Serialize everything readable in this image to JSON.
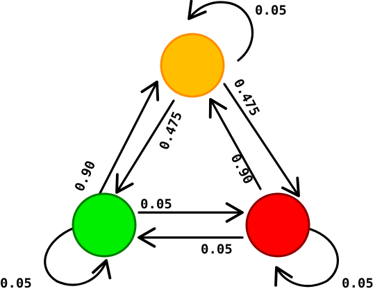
{
  "nodes": [
    {
      "id": "yellow",
      "fill": "#ffbf00",
      "stroke": "#ff8c00"
    },
    {
      "id": "green",
      "fill": "#00ee00",
      "stroke": "#007a00"
    },
    {
      "id": "red",
      "fill": "#ff0000",
      "stroke": "#8b0000"
    }
  ],
  "edges": [
    {
      "id": "yellow-self",
      "from": "yellow",
      "to": "yellow",
      "label": "0.05"
    },
    {
      "id": "yellow-to-green",
      "from": "yellow",
      "to": "green",
      "label": "0.475"
    },
    {
      "id": "yellow-to-red",
      "from": "yellow",
      "to": "red",
      "label": "0.475"
    },
    {
      "id": "green-to-yellow",
      "from": "green",
      "to": "yellow",
      "label": "0.90"
    },
    {
      "id": "red-to-yellow",
      "from": "red",
      "to": "yellow",
      "label": "0.90"
    },
    {
      "id": "green-to-red",
      "from": "green",
      "to": "red",
      "label": "0.05"
    },
    {
      "id": "red-to-green",
      "from": "red",
      "to": "green",
      "label": "0.05"
    },
    {
      "id": "green-self",
      "from": "green",
      "to": "green",
      "label": "0.05"
    },
    {
      "id": "red-self",
      "from": "red",
      "to": "red",
      "label": "0.05"
    }
  ]
}
